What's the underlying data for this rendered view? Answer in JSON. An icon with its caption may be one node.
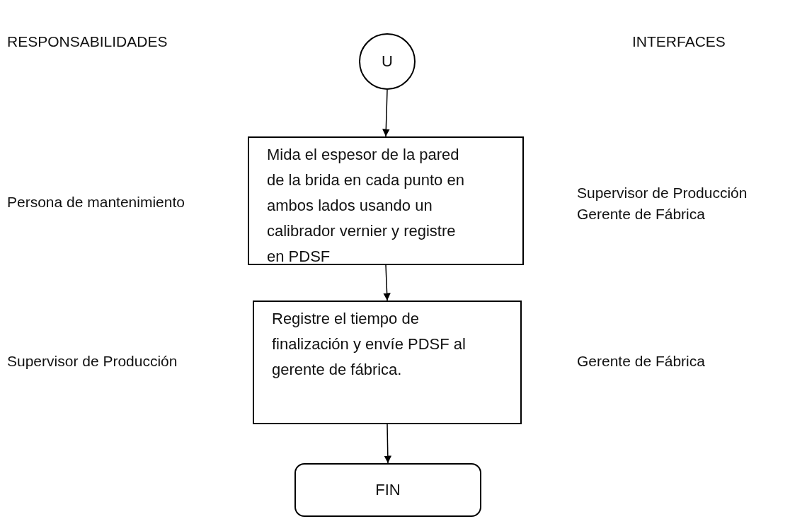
{
  "diagram": {
    "nodes": [
      {
        "text": [
          "U"
        ]
      },
      {
        "text": [
          "Mida el espesor de la pared de la brida en cada punto en ambos lados usando un calibrador vernier y registre en PDSF"
        ]
      },
      {
        "text": [
          "Registre el tiempo de finalización y envíe PDSF al gerente de fábrica."
        ]
      },
      {
        "text": [
          "FIN"
        ]
      }
    ],
    "edges": [
      {
        "from": 0,
        "to": 1,
        "arrow": "to"
      },
      {
        "from": 1,
        "to": 2,
        "arrow": "to"
      },
      {
        "from": 2,
        "to": 3,
        "arrow": "to"
      }
    ],
    "labels": [
      "RESPONSABILIDADES",
      "INTERFACES",
      "Persona de mantenimiento",
      "Supervisor de Producción",
      "Gerente de Fábrica",
      "Supervisor de Producción",
      "Gerente de Fábrica"
    ]
  }
}
